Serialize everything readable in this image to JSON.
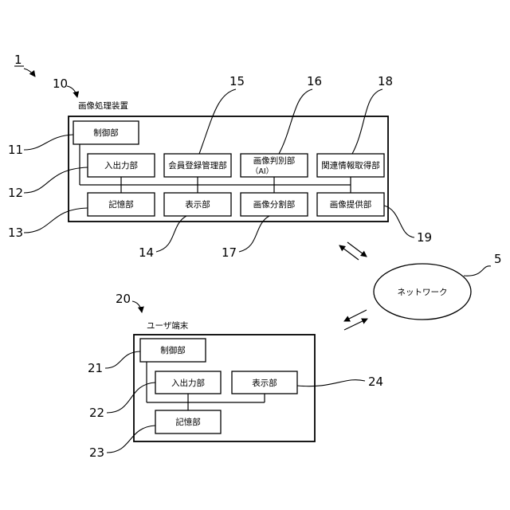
{
  "system": {
    "ref": "1"
  },
  "apparatus": {
    "ref": "10",
    "caption": "画像処理装置",
    "blocks": {
      "control": {
        "ref": "11",
        "label": "制御部"
      },
      "io": {
        "ref": "12",
        "label": "入出力部"
      },
      "storage": {
        "ref": "13",
        "label": "記憶部"
      },
      "display": {
        "ref": "14",
        "label": "表示部"
      },
      "member": {
        "ref": "15",
        "label": "会員登録管理部"
      },
      "classify": {
        "ref": "16",
        "label": "画像判別部",
        "sublabel": "（AI）"
      },
      "split": {
        "ref": "17",
        "label": "画像分割部"
      },
      "related": {
        "ref": "18",
        "label": "関連情報取得部"
      },
      "provide": {
        "ref": "19",
        "label": "画像提供部"
      }
    }
  },
  "network": {
    "ref": "5",
    "label": "ネットワーク"
  },
  "terminal": {
    "ref": "20",
    "caption": "ユーザ端末",
    "blocks": {
      "control": {
        "ref": "21",
        "label": "制御部"
      },
      "io": {
        "ref": "22",
        "label": "入出力部"
      },
      "storage": {
        "ref": "23",
        "label": "記憶部"
      },
      "display": {
        "ref": "24",
        "label": "表示部"
      }
    }
  }
}
